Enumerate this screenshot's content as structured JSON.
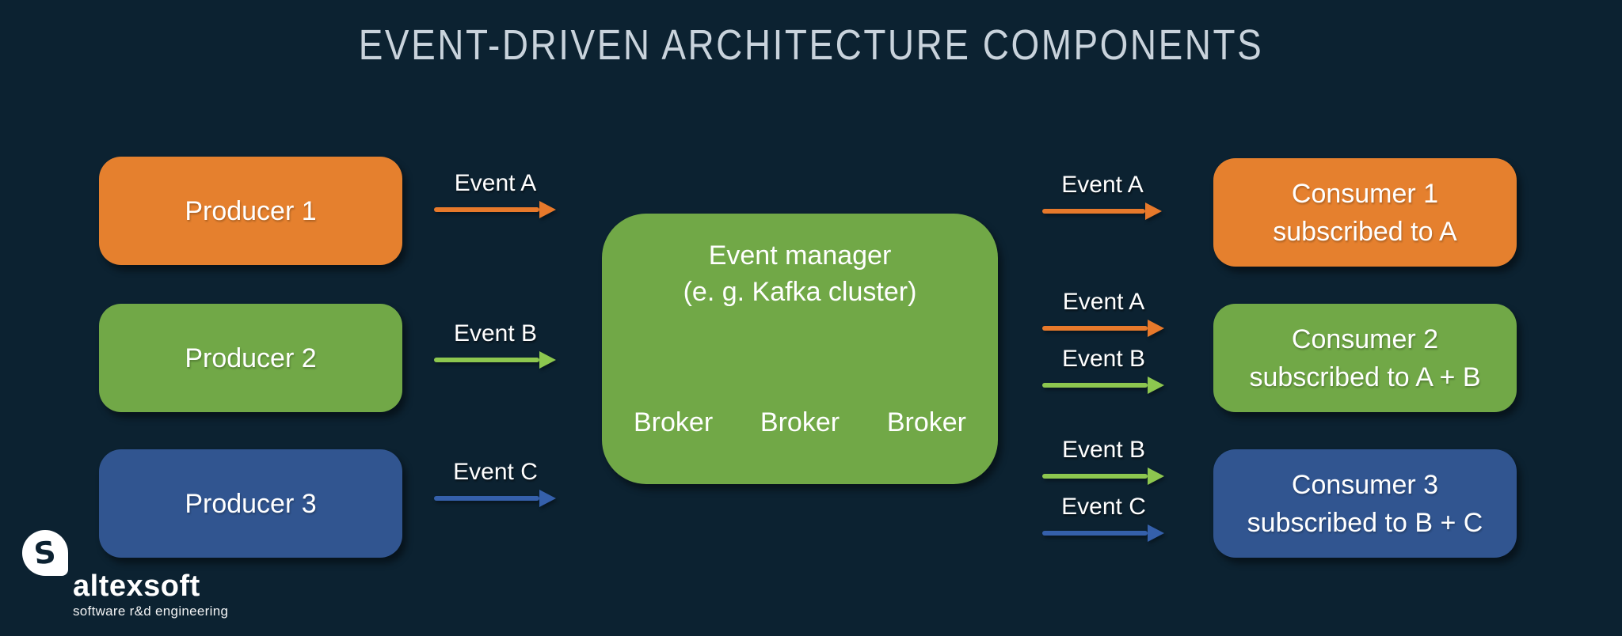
{
  "title": "EVENT-DRIVEN ARCHITECTURE COMPONENTS",
  "colors": {
    "background": "#0c2231",
    "title_text": "#c9d3dc",
    "text_white": "#ffffff",
    "box_orange": "#e5802e",
    "box_green": "#71a847",
    "box_blue": "#315590",
    "arrow_orange": "#e7792b",
    "arrow_green": "#8dc74f",
    "arrow_blue": "#3560ab"
  },
  "producers": [
    {
      "label": "Producer 1"
    },
    {
      "label": "Producer 2"
    },
    {
      "label": "Producer 3"
    }
  ],
  "producer_events": [
    {
      "label": "Event A"
    },
    {
      "label": "Event B"
    },
    {
      "label": "Event C"
    }
  ],
  "event_manager": {
    "name": "Event manager",
    "subtitle": "(e. g. Kafka cluster)",
    "brokers": [
      "Broker",
      "Broker",
      "Broker"
    ]
  },
  "consumer_events": [
    {
      "items": [
        {
          "label": "Event A"
        }
      ]
    },
    {
      "items": [
        {
          "label": "Event A"
        },
        {
          "label": "Event B"
        }
      ]
    },
    {
      "items": [
        {
          "label": "Event B"
        },
        {
          "label": "Event C"
        }
      ]
    }
  ],
  "consumers": [
    {
      "name": "Consumer 1",
      "subscription": "subscribed to A"
    },
    {
      "name": "Consumer 2",
      "subscription": "subscribed to A + B"
    },
    {
      "name": "Consumer 3",
      "subscription": "subscribed to B + C"
    }
  ],
  "logo": {
    "brand": "altexsoft",
    "tagline": "software r&d engineering"
  }
}
